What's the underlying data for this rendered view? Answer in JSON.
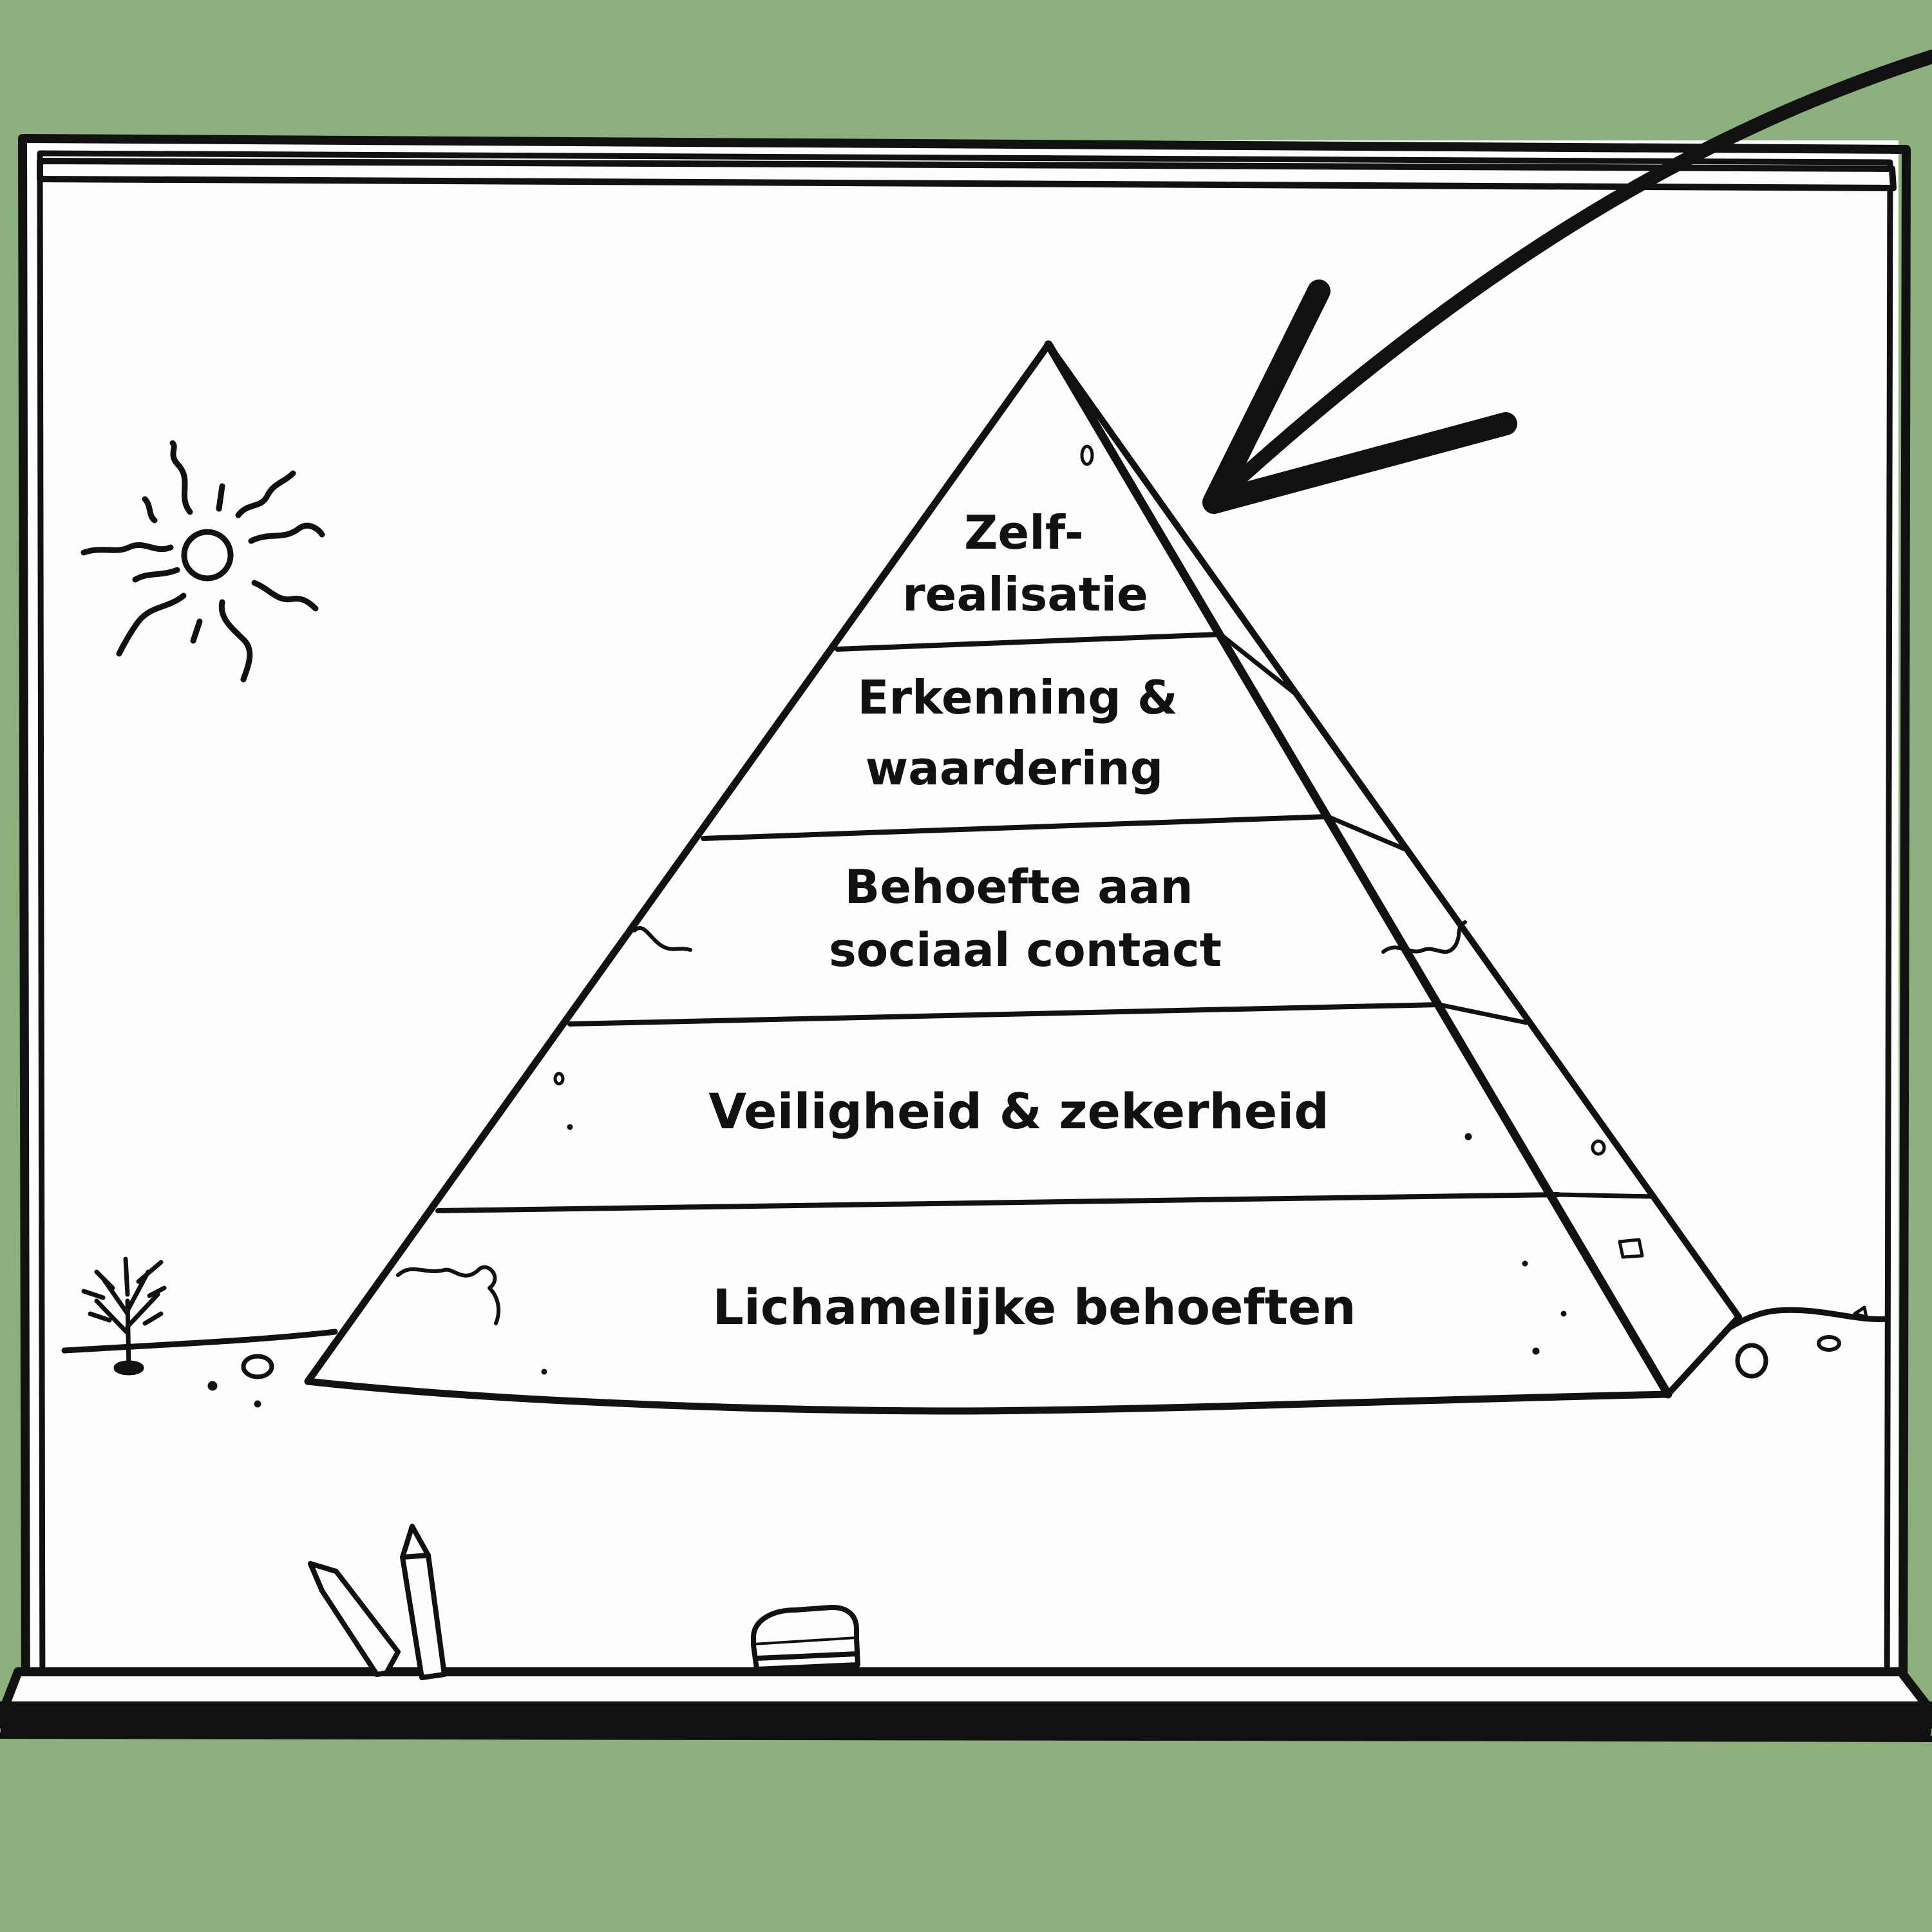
{
  "colors": {
    "background": "#8daf7e",
    "board": "#fdfdfb",
    "ink": "#111111"
  },
  "pyramid": {
    "levels": [
      {
        "lines": [
          "Zelf-",
          "realisatie"
        ]
      },
      {
        "lines": [
          "Erkenning &",
          "waardering"
        ]
      },
      {
        "lines": [
          "Behoefte aan",
          "sociaal contact"
        ]
      },
      {
        "lines": [
          "Veiligheid & zekerheid"
        ]
      },
      {
        "lines": [
          "Lichamelijke behoeften"
        ]
      }
    ]
  },
  "icons": [
    "sun-icon",
    "bush-icon",
    "arrow-icon",
    "pencil-icon",
    "eraser-icon"
  ]
}
